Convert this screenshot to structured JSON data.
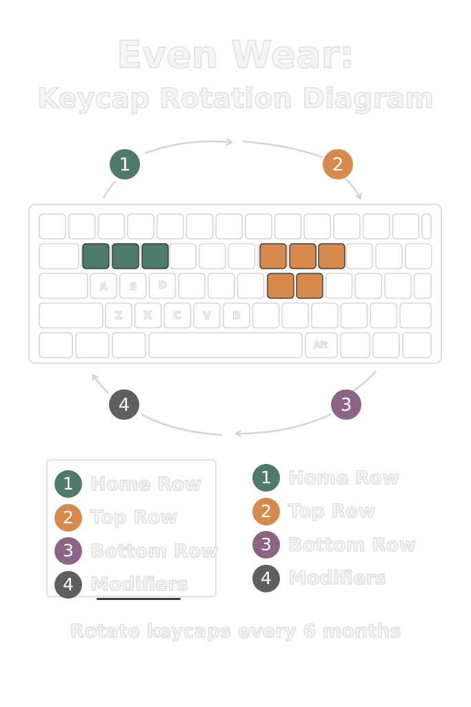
{
  "title": {
    "line1": "Even Wear:",
    "line2": "Keycap Rotation Diagram"
  },
  "cycle": [
    {
      "num": "1",
      "color": "#4e7a6e"
    },
    {
      "num": "2",
      "color": "#d68a4e"
    },
    {
      "num": "3",
      "color": "#8e6486"
    },
    {
      "num": "4",
      "color": "#5f5f5f"
    }
  ],
  "keyboard": {
    "home_row_color": "#4e7a6e",
    "top_row_color": "#d68a4e",
    "key_labels": {
      "a": "A",
      "s": "S",
      "d": "D",
      "z": "Z",
      "x": "X",
      "c": "C",
      "v": "V",
      "b": "B",
      "alt": "Alt"
    }
  },
  "legend": [
    {
      "num": "1",
      "label": "Home Row",
      "color": "#4e7a6e"
    },
    {
      "num": "2",
      "label": "Top Row",
      "color": "#d68a4e"
    },
    {
      "num": "3",
      "label": "Bottom Row",
      "color": "#8e6486"
    },
    {
      "num": "4",
      "label": "Modifiers",
      "color": "#5f5f5f"
    }
  ],
  "footer": "Rotate keycaps every 6 months"
}
